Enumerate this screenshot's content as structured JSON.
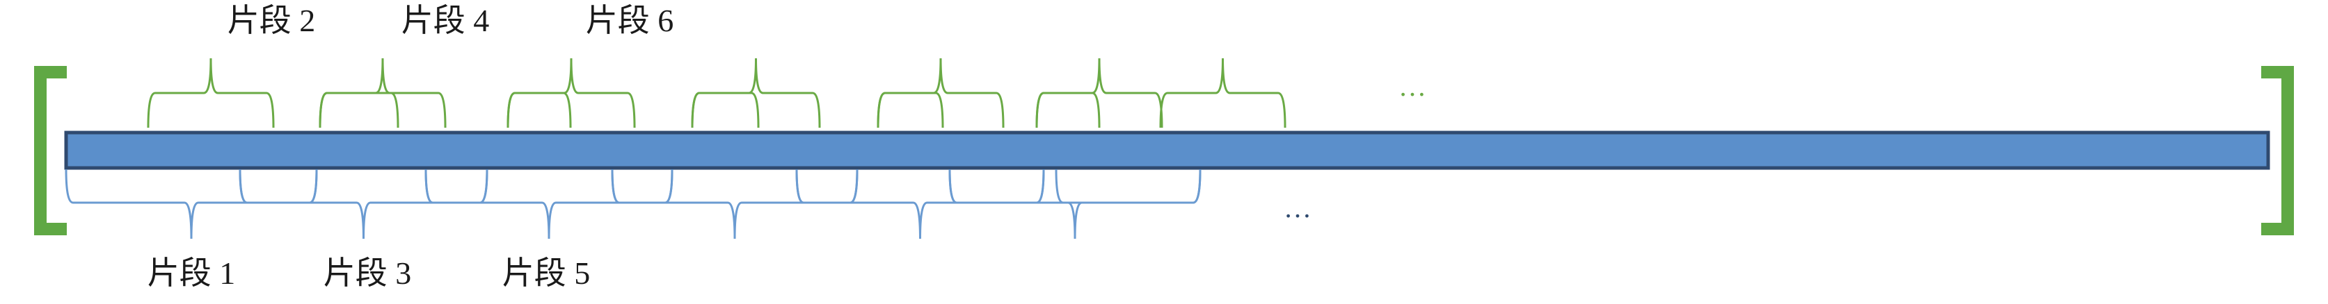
{
  "colors": {
    "bar_fill": "#5b8fcb",
    "bar_stroke": "#2f4a6f",
    "green": "#6aaa45",
    "green_bracket": "#5fa844",
    "blue_brace": "#6b9bd1",
    "text": "#1a1a1a"
  },
  "labels": {
    "top": [
      "片段 2",
      "片段 4",
      "片段 6"
    ],
    "bottom": [
      "片段 1",
      "片段 3",
      "片段 5"
    ],
    "top_ellipsis": "…",
    "bottom_ellipsis": "…"
  },
  "segments": {
    "top_count": 7,
    "bottom_count": 7
  }
}
